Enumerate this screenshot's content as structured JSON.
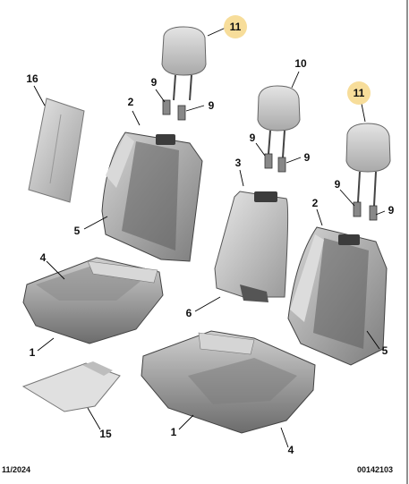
{
  "diagram": {
    "callouts": {
      "c11a": "11",
      "c16": "16",
      "c9a": "9",
      "c9b": "9",
      "c2a": "2",
      "c10": "10",
      "c11b": "11",
      "c9c": "9",
      "c9d": "9",
      "c3": "3",
      "c9e": "9",
      "c9f": "9",
      "c2b": "2",
      "c5a": "5",
      "c4a": "4",
      "c6": "6",
      "c1a": "1",
      "c5b": "5",
      "c15": "15",
      "c1b": "1",
      "c4b": "4"
    },
    "highlight_color": "#f7dd9a"
  },
  "footer": {
    "date": "11/2024",
    "ref": "00142103"
  }
}
